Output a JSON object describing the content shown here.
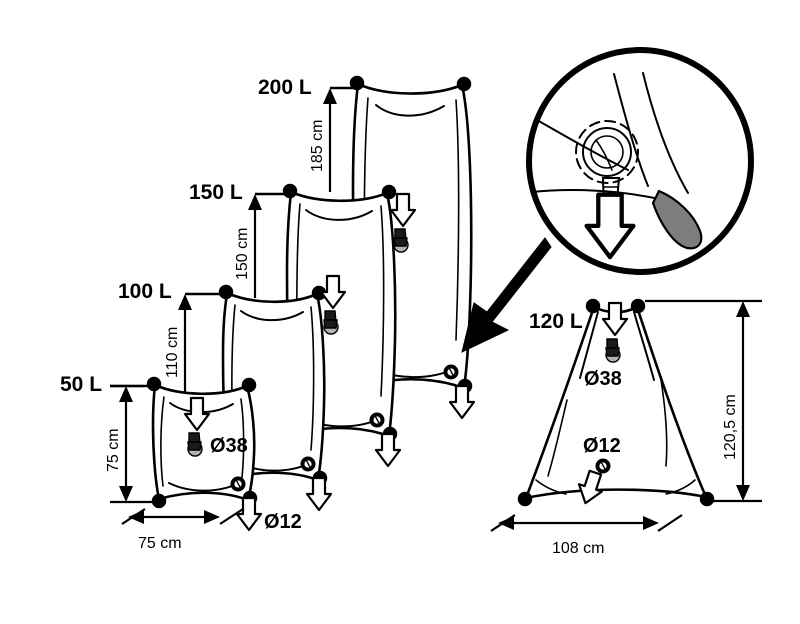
{
  "diagram": {
    "title": "Flexible water bladder tank capacity and dimension chart",
    "background_color": "#ffffff",
    "line_color": "#000000",
    "valve_grey": "#b3b3b3",
    "hose_grey": "#7d7d7d"
  },
  "pillow_tanks": [
    {
      "id": "tank-50l",
      "volume_label": "50 L",
      "height_label": "75 cm",
      "width_label": "75 cm",
      "fill_port_label": "Ø38",
      "drain_port_label": "Ø12"
    },
    {
      "id": "tank-100l",
      "volume_label": "100 L",
      "height_label": "110 cm",
      "fill_port_label": "Ø38",
      "drain_port_label": "Ø12"
    },
    {
      "id": "tank-150l",
      "volume_label": "150 L",
      "height_label": "150 cm",
      "fill_port_label": "Ø38",
      "drain_port_label": "Ø12"
    },
    {
      "id": "tank-200l",
      "volume_label": "200 L",
      "height_label": "185 cm",
      "fill_port_label": "Ø38",
      "drain_port_label": "Ø12"
    }
  ],
  "cone_tank": {
    "id": "tank-120l",
    "volume_label": "120 L",
    "height_label": "120,5 cm",
    "width_label": "108 cm",
    "fill_port_label": "Ø38",
    "drain_port_label": "Ø12"
  },
  "labels": {
    "vol_50": "50 L",
    "vol_100": "100 L",
    "vol_150": "150 L",
    "vol_200": "200 L",
    "vol_120": "120 L",
    "dim_75_h": "75 cm",
    "dim_110": "110 cm",
    "dim_150": "150 cm",
    "dim_185": "185 cm",
    "dim_75_w": "75 cm",
    "dim_1205": "120,5 cm",
    "dim_108": "108 cm",
    "dia_38_small": "Ø38",
    "dia_12_small": "Ø12",
    "dia_38_cone": "Ø38",
    "dia_12_cone": "Ø12"
  },
  "magnifier": {
    "id": "detail-callout",
    "depicts": "close-up of threaded drain valve with grey discharge hose",
    "points_to": "bottom-right drain valve of 200 L tank"
  },
  "icons": {
    "fill_valve": "valve-icon",
    "drain_valve": "drain-valve-icon",
    "flow_arrow": "down-arrow-icon",
    "callout_arrow": "callout-arrow-icon",
    "magnifier": "magnifier-circle-icon"
  }
}
